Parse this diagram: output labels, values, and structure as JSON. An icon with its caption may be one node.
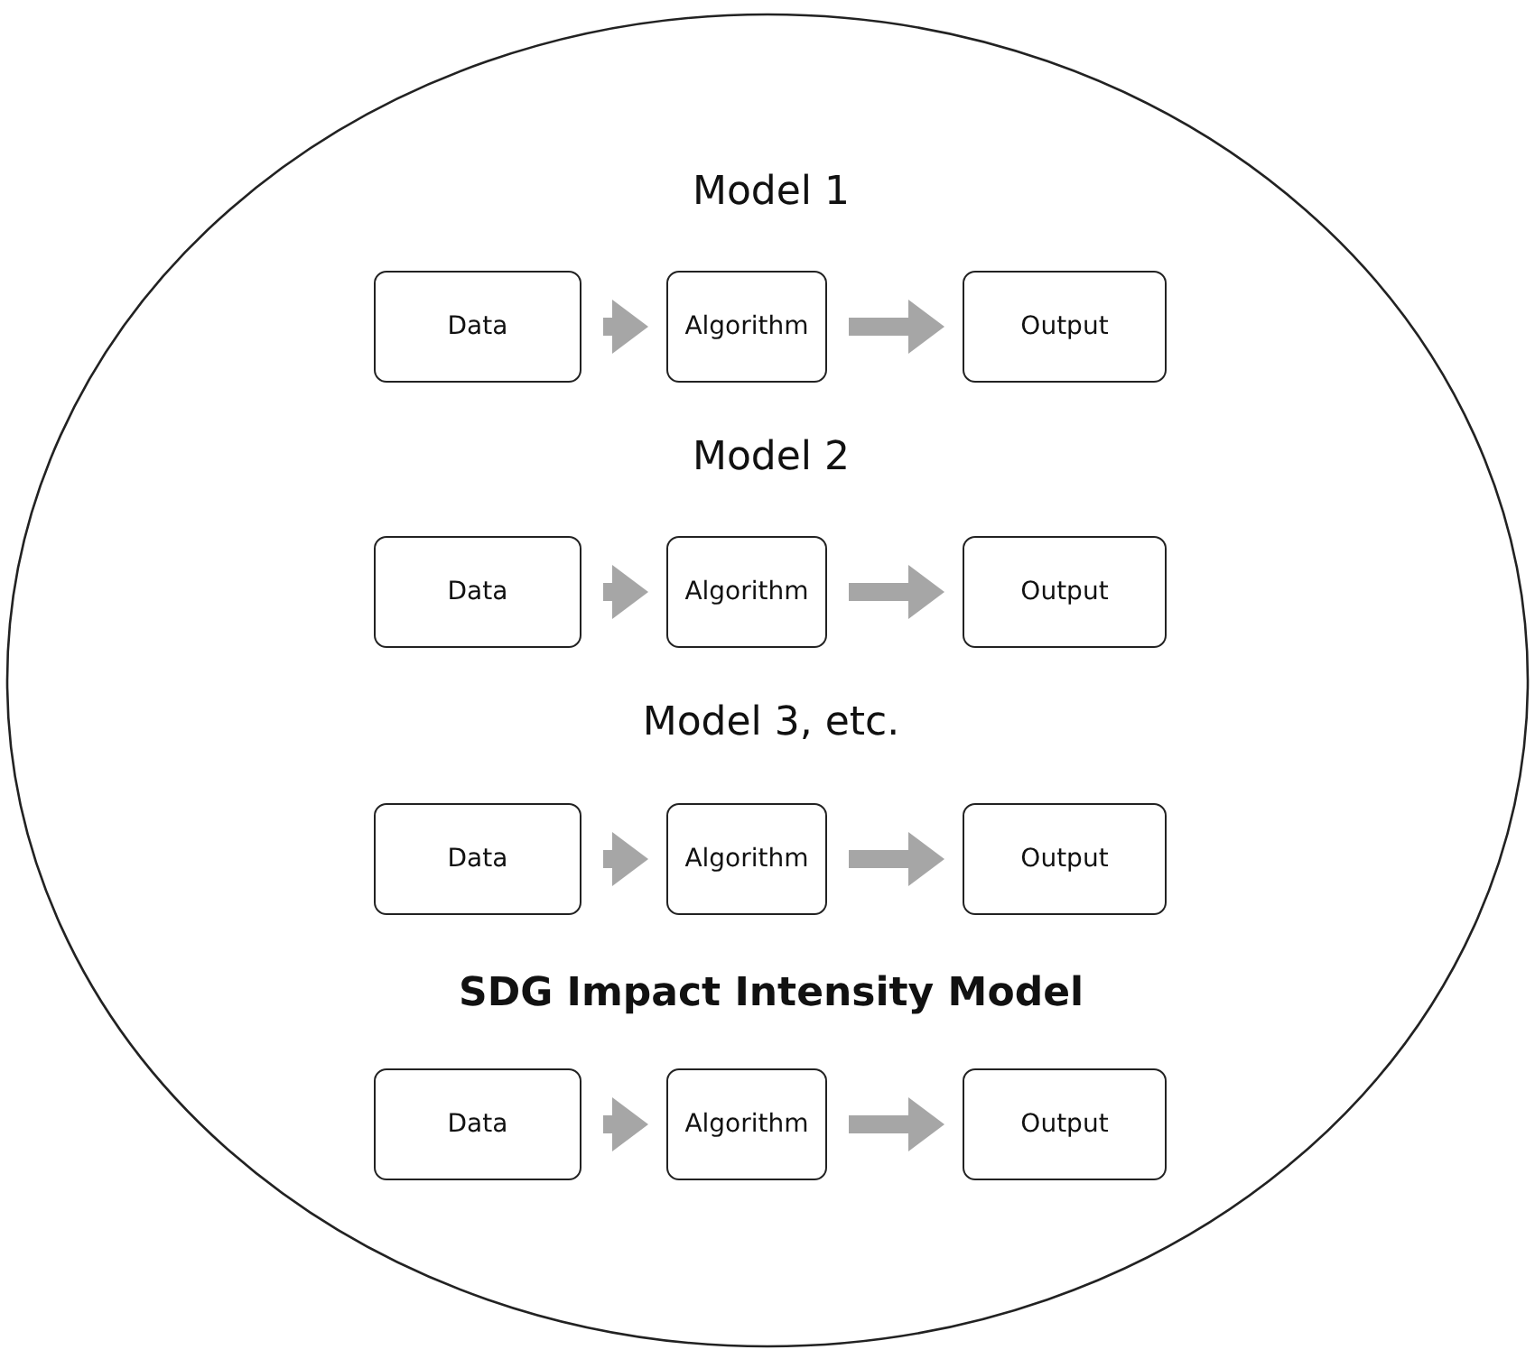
{
  "diagram": {
    "nodes": [
      {
        "text": [],
        "shape": "circle"
      },
      {
        "text": [
          "Data"
        ],
        "in": 0
      },
      {
        "text": [
          "Algorithm"
        ],
        "in": 0
      },
      {
        "text": [
          "Output"
        ],
        "in": 0
      },
      {
        "text": [
          "Data"
        ],
        "in": 0
      },
      {
        "text": [
          "Algorithm"
        ],
        "in": 0
      },
      {
        "text": [
          "Output"
        ],
        "in": 0
      },
      {
        "text": [
          "Data"
        ],
        "in": 0
      },
      {
        "text": [
          "Algorithm"
        ],
        "in": 0
      },
      {
        "text": [
          "Output"
        ],
        "in": 0
      },
      {
        "text": [
          "Data"
        ],
        "in": 0
      },
      {
        "text": [
          "Algorithm"
        ],
        "in": 0
      },
      {
        "text": [
          "Output"
        ],
        "in": 0
      }
    ],
    "edges": [
      {
        "from": 1,
        "to": 2,
        "arrow": "to"
      },
      {
        "from": 2,
        "to": 3,
        "arrow": "to"
      },
      {
        "from": 4,
        "to": 5,
        "arrow": "to"
      },
      {
        "from": 5,
        "to": 6,
        "arrow": "to"
      },
      {
        "from": 7,
        "to": 8,
        "arrow": "to"
      },
      {
        "from": 8,
        "to": 9,
        "arrow": "to"
      },
      {
        "from": 10,
        "to": 11,
        "arrow": "to"
      },
      {
        "from": 11,
        "to": 12,
        "arrow": "to"
      }
    ],
    "labels": [
      "Model 1",
      "Model 2",
      "Model 3, etc.",
      "SDG Impact Intensity Model"
    ]
  }
}
